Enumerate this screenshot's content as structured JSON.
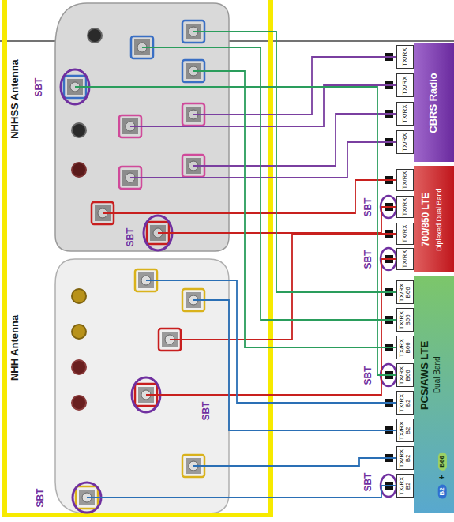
{
  "diagram": {
    "nodes": [
      {
        "text": [
          "NHHSS Antenna"
        ]
      },
      {
        "text": [
          "NHH Antenna"
        ]
      },
      {
        "text": [
          "CBRS Radio"
        ]
      },
      {
        "text": [
          "TX/RX"
        ],
        "in": 2
      },
      {
        "text": [
          "TX/RX"
        ],
        "in": 2
      },
      {
        "text": [
          "TX/RX"
        ],
        "in": 2
      },
      {
        "text": [
          "TX/RX"
        ],
        "in": 2
      },
      {
        "text": [
          "700/850 LTE",
          "Diplexed Dual Band"
        ]
      },
      {
        "text": [
          "TX/RX"
        ],
        "in": 7
      },
      {
        "text": [
          "TX/RX"
        ],
        "in": 7
      },
      {
        "text": [
          "TX/RX"
        ],
        "in": 7
      },
      {
        "text": [
          "TX/RX"
        ],
        "in": 7
      },
      {
        "text": [
          "PCS/AWS LTE",
          "Dual Band"
        ]
      },
      {
        "text": [
          "TX/RX B66"
        ],
        "in": 12
      },
      {
        "text": [
          "TX/RX B66"
        ],
        "in": 12
      },
      {
        "text": [
          "TX/RX B66"
        ],
        "in": 12
      },
      {
        "text": [
          "TX/RX B66"
        ],
        "in": 12
      },
      {
        "text": [
          "TX/RX B2"
        ],
        "in": 12
      },
      {
        "text": [
          "TX/RX B2"
        ],
        "in": 12
      },
      {
        "text": [
          "TX/RX B2"
        ],
        "in": 12
      },
      {
        "text": [
          "TX/RX B2"
        ],
        "in": 12
      }
    ],
    "edges": [
      {
        "from": 0,
        "to": 3,
        "arrow": "none"
      },
      {
        "from": 0,
        "to": 4,
        "arrow": "none"
      },
      {
        "from": 0,
        "to": 5,
        "arrow": "none"
      },
      {
        "from": 0,
        "to": 6,
        "arrow": "none"
      },
      {
        "from": 0,
        "to": 8,
        "arrow": "none"
      },
      {
        "from": 0,
        "to": 9,
        "arrow": "none"
      },
      {
        "from": 1,
        "to": 10,
        "arrow": "none"
      },
      {
        "from": 1,
        "to": 11,
        "arrow": "none"
      },
      {
        "from": 0,
        "to": 13,
        "arrow": "none"
      },
      {
        "from": 0,
        "to": 14,
        "arrow": "none"
      },
      {
        "from": 0,
        "to": 15,
        "arrow": "none"
      },
      {
        "from": 0,
        "to": 16,
        "arrow": "none"
      },
      {
        "from": 1,
        "to": 17,
        "arrow": "none"
      },
      {
        "from": 1,
        "to": 18,
        "arrow": "none"
      },
      {
        "from": 1,
        "to": 19,
        "arrow": "none"
      },
      {
        "from": 1,
        "to": 20,
        "arrow": "none"
      }
    ],
    "labels": [
      "SBT",
      "SBT",
      "SBT",
      "SBT",
      "SBT",
      "SBT",
      "SBT",
      "SBT",
      "B2",
      "+",
      "B66"
    ]
  }
}
